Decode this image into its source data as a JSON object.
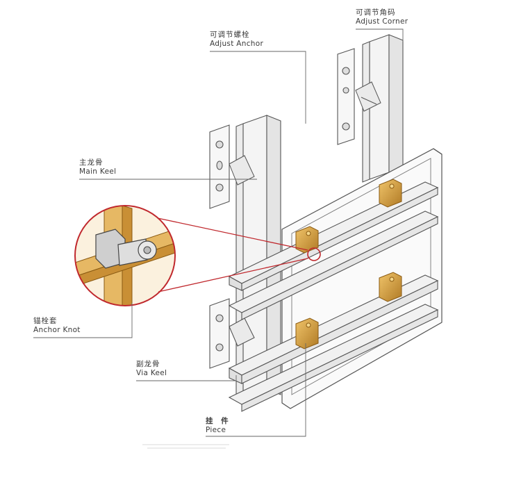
{
  "labels": {
    "adjust_corner": {
      "cn": "可调节角码",
      "en": "Adjust Corner"
    },
    "adjust_anchor": {
      "cn": "可调节螺栓",
      "en": "Adjust Anchor"
    },
    "main_keel": {
      "cn": "主龙骨",
      "en": "Main Keel"
    },
    "anchor_knot": {
      "cn": "锚栓套",
      "en": "Anchor Knot"
    },
    "via_keel": {
      "cn": "副龙骨",
      "en": "Via Keel"
    },
    "piece": {
      "cn": "挂 件",
      "en": "Piece"
    }
  },
  "colors": {
    "line": "#5a5a5a",
    "leader": "#666666",
    "callout": "#c0282d",
    "brass": "#d9a441",
    "brass_dark": "#a87420",
    "panel": "#f4f4f4",
    "detail_bg": "#e8c07a"
  }
}
